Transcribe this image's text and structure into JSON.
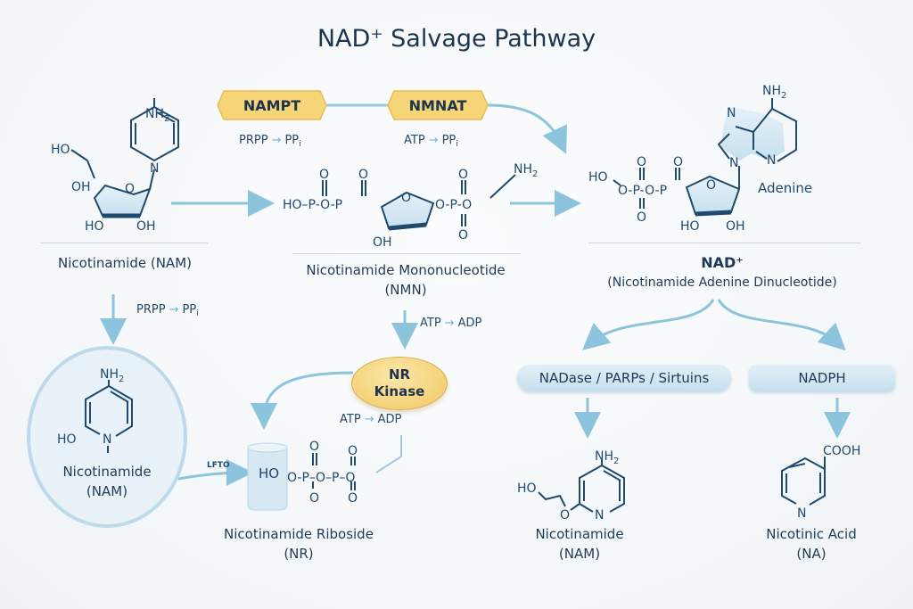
{
  "title": "NAD⁺ Salvage Pathway",
  "colors": {
    "structure_ink": "#1f4a6e",
    "arrow": "#8cc4de",
    "enzyme_fill": "#f7d67a",
    "pill_fill": "#cfe5f1",
    "title_text": "#1b3550"
  },
  "enzymes": {
    "nampt": {
      "label": "NAMPT",
      "reaction": {
        "from": "PRPP",
        "to": "PP",
        "sub": "i"
      }
    },
    "nmnat": {
      "label": "NMNAT",
      "reaction": {
        "from": "ATP",
        "to": "PP",
        "sub": "i"
      }
    },
    "nr_kinase": {
      "label_line1": "NR",
      "label_line2": "Kinase",
      "reaction": {
        "from": "ATP",
        "to": "ADP"
      }
    }
  },
  "molecules": {
    "nam_top": {
      "name": "Nicotinamide (NAM)"
    },
    "nmn": {
      "name_line1": "Nicotinamide Mononucleotide",
      "name_line2": "(NMN)"
    },
    "nad": {
      "name": "NAD⁺",
      "fullname": "(Nicotinamide Adenine Dinucleotide)",
      "adenine_label": "Adenine"
    },
    "nam_bubble": {
      "name_line1": "Nicotinamide",
      "name_line2": "(NAM)"
    },
    "nr": {
      "name_line1": "Nicotinamide Riboside",
      "name_line2": "(NR)",
      "side_label": "LFTO"
    },
    "nam_bottom": {
      "name_line1": "Nicotinamide",
      "name_line2": "(NAM)"
    },
    "na": {
      "name_line1": "Nicotinic Acid",
      "name_line2": "(NA)"
    }
  },
  "side_reactions": {
    "nam_to_bubble": {
      "from": "PRPP",
      "to": "PP",
      "sub": "i"
    },
    "nmn_to_kinase": {
      "from": "ATP",
      "to": "ADP"
    }
  },
  "consumers": {
    "nadase": "NADase / PARPs / Sirtuins",
    "nadph": "NADPH"
  },
  "atoms": {
    "nh2": "NH",
    "sub2": "2",
    "ho": "HO",
    "oh": "OH",
    "o": "O",
    "n": "N",
    "p": "P",
    "cooh": "COOH"
  }
}
